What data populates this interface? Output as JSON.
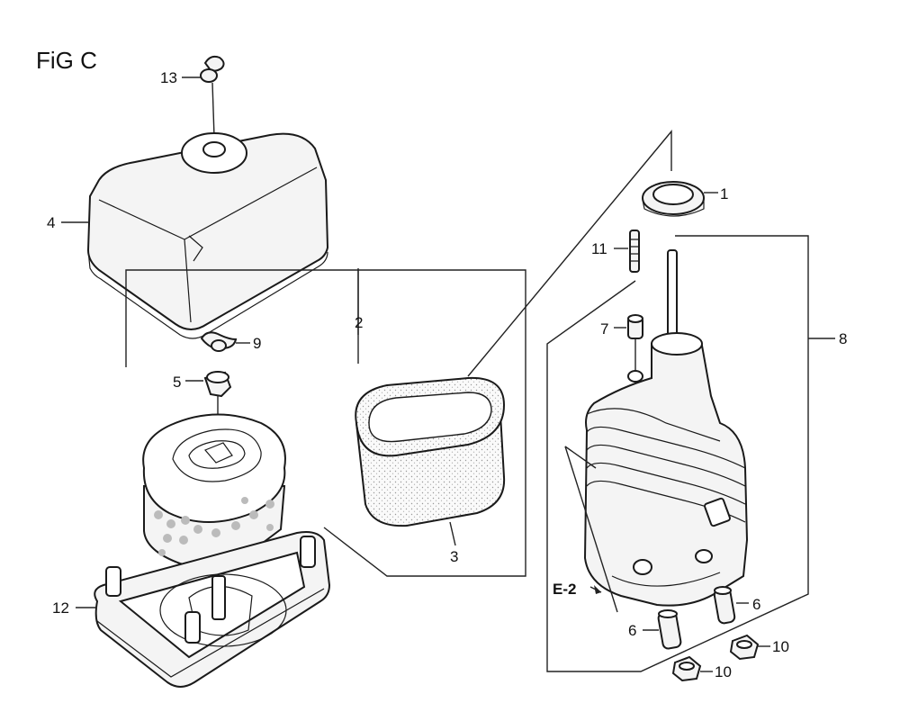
{
  "diagram": {
    "title": "FiG C",
    "callouts": {
      "p1": "1",
      "p2": "2",
      "p3": "3",
      "p4": "4",
      "p5": "5",
      "p6a": "6",
      "p6b": "6",
      "p7": "7",
      "p8": "8",
      "p9": "9",
      "p10a": "10",
      "p10b": "10",
      "p11": "11",
      "p12": "12",
      "p13": "13"
    },
    "reference": "E-2"
  }
}
